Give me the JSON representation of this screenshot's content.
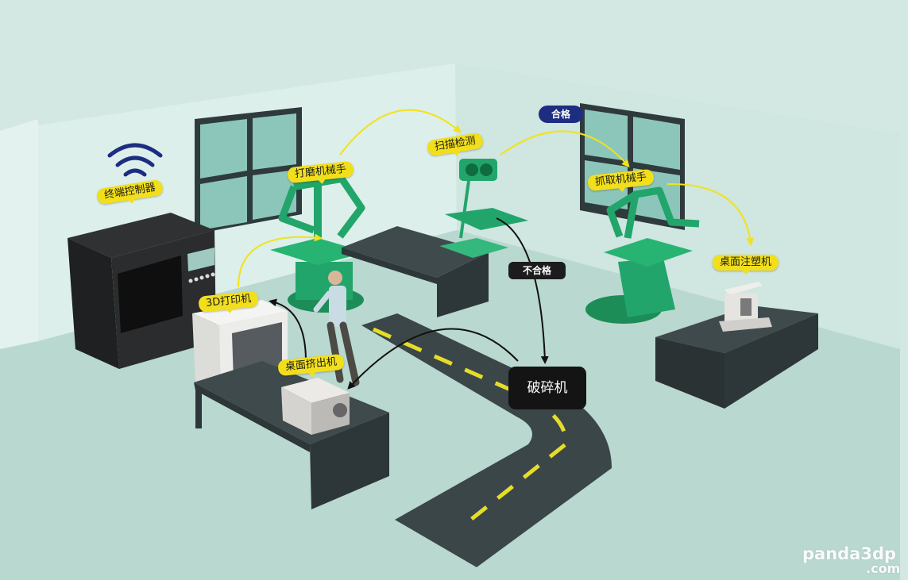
{
  "labels": {
    "terminal_controller": "终端控制器",
    "grinding_robot": "打磨机械手",
    "scan_inspection": "扫描检测",
    "pick_robot": "抓取机械手",
    "desktop_injection": "桌面注塑机",
    "printer_3d": "3D打印机",
    "desktop_extruder": "桌面挤出机",
    "crusher": "破碎机"
  },
  "status": {
    "pass": "合格",
    "fail": "不合格"
  },
  "watermark": {
    "main": "panda3dp",
    "suffix": ".com"
  },
  "icons": {
    "wifi": "wifi-icon"
  },
  "colors": {
    "label_yellow": "#f2df1c",
    "pass_blue": "#1d2d82",
    "arrow_yellow": "#f2e21a",
    "robot_green": "#22a56a",
    "wall": "#d9ece8",
    "floor": "#bcd9d2"
  }
}
